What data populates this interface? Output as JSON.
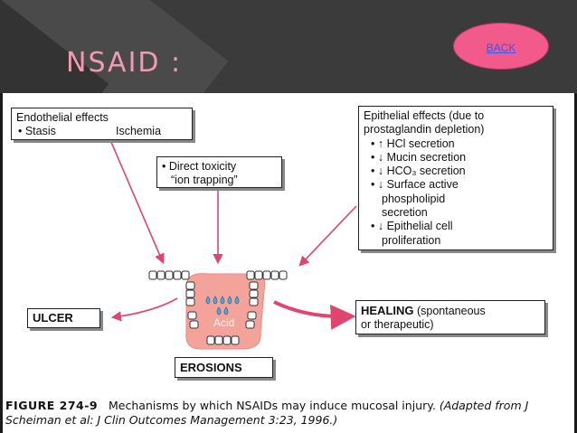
{
  "header": {
    "title": "NSAID :",
    "back_label": "BACK"
  },
  "figure": {
    "endothelial": {
      "line1": "Endothelial effects",
      "line2a": "• Stasis",
      "line2b": "Ischemia"
    },
    "toxicity": {
      "line1": "• Direct toxicity",
      "line2": "“ion trapping”"
    },
    "epithelial": {
      "lines": [
        "Epithelial effects (due to",
        "prostaglandin depletion)",
        "• ↑ HCl secretion",
        "• ↓ Mucin secretion",
        "• ↓ HCO₃ secretion",
        "• ↓ Surface active",
        "phospholipid",
        "secretion",
        "• ↓ Epithelial cell",
        "proliferation"
      ]
    },
    "ulcer": "ULCER",
    "acid": "Acid",
    "healing_bold": "HEALING",
    "healing_rest": " (spontaneous",
    "healing_line2": "or therapeutic)",
    "erosions": "EROSIONS",
    "caption_label": "FIGURE 274-9",
    "caption_text": "Mechanisms by which NSAIDs may induce mucosal injury.",
    "caption_italic": "(Adapted from J Scheiman et al: J Clin Outcomes Management 3:23, 1996.)"
  },
  "colors": {
    "arrow": "#e0456e",
    "acid": "#f4a39a",
    "back": "#f25a8c"
  }
}
